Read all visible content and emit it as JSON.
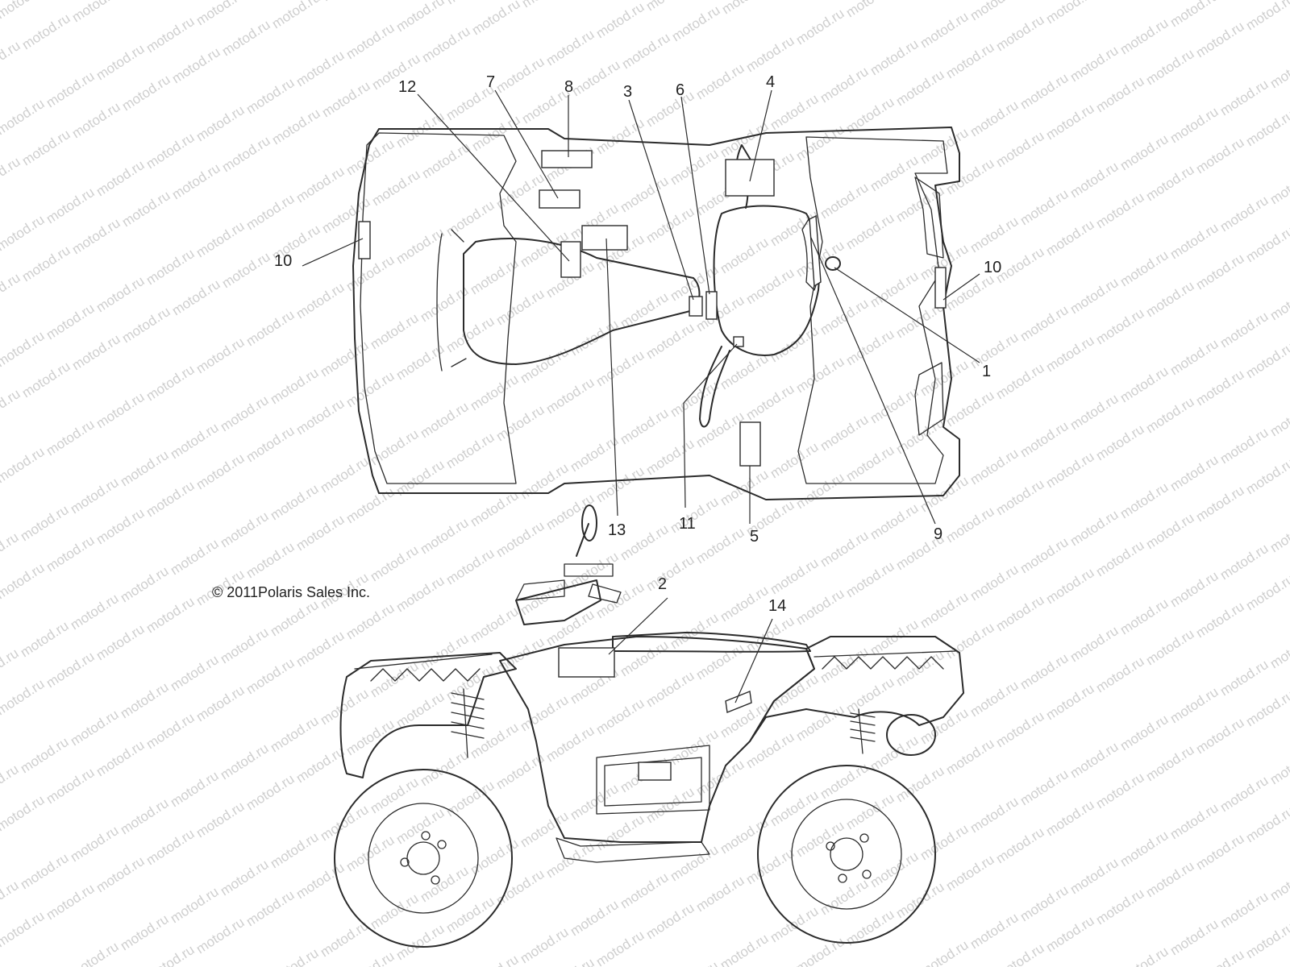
{
  "watermark": "motod.ru",
  "copyright": "© 2011Polaris Sales Inc.",
  "callouts": {
    "c1": "1",
    "c2": "2",
    "c3": "3",
    "c4": "4",
    "c5": "5",
    "c6": "6",
    "c7": "7",
    "c8": "8",
    "c9": "9",
    "c10_left": "10",
    "c10_right": "10",
    "c11": "11",
    "c12": "12",
    "c13": "13",
    "c14": "14"
  }
}
